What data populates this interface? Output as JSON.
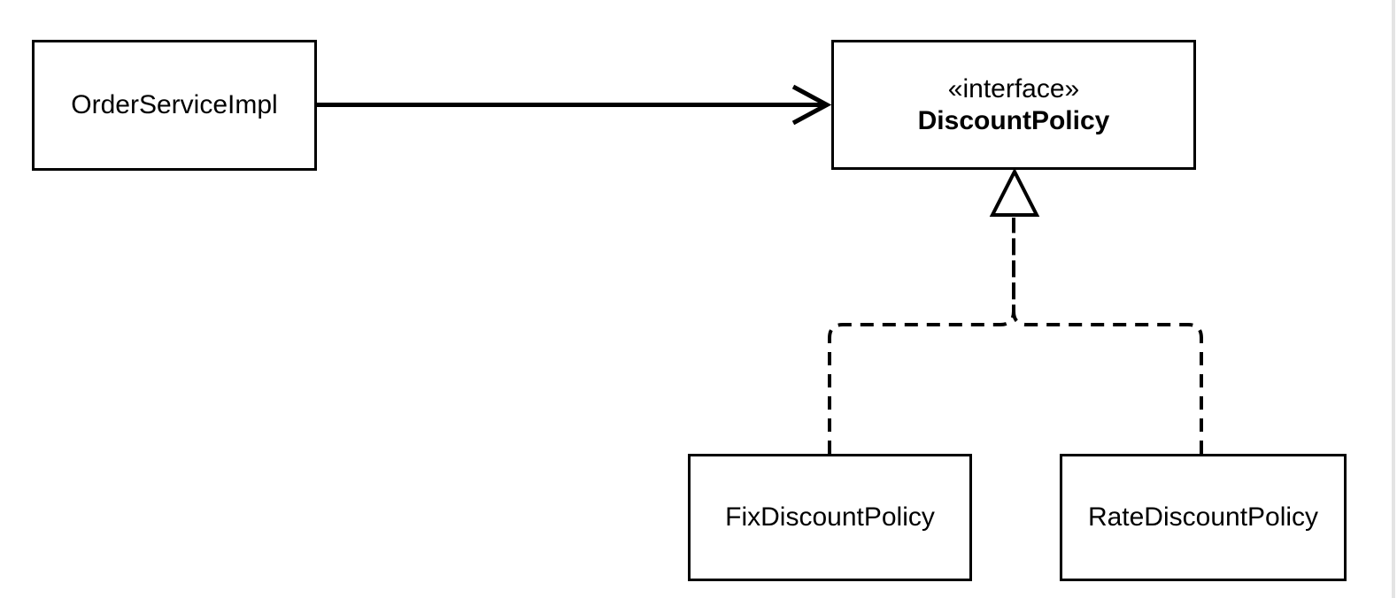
{
  "diagram": {
    "type": "uml-class-diagram",
    "nodes": {
      "order_service_impl": {
        "label": "OrderServiceImpl",
        "kind": "class"
      },
      "discount_policy": {
        "stereotype": "«interface»",
        "label": "DiscountPolicy",
        "kind": "interface"
      },
      "fix_discount_policy": {
        "label": "FixDiscountPolicy",
        "kind": "class"
      },
      "rate_discount_policy": {
        "label": "RateDiscountPolicy",
        "kind": "class"
      }
    },
    "edges": [
      {
        "from": "OrderServiceImpl",
        "to": "DiscountPolicy",
        "type": "dependency",
        "style": "solid-open-arrow"
      },
      {
        "from": "FixDiscountPolicy",
        "to": "DiscountPolicy",
        "type": "realization",
        "style": "dashed-hollow-triangle"
      },
      {
        "from": "RateDiscountPolicy",
        "to": "DiscountPolicy",
        "type": "realization",
        "style": "dashed-hollow-triangle"
      }
    ],
    "colors": {
      "stroke": "#000000",
      "text": "#000000",
      "node_fill": "#ffffff",
      "background": "#ffffff",
      "right_edge_strip": "#e4e4e4"
    }
  }
}
